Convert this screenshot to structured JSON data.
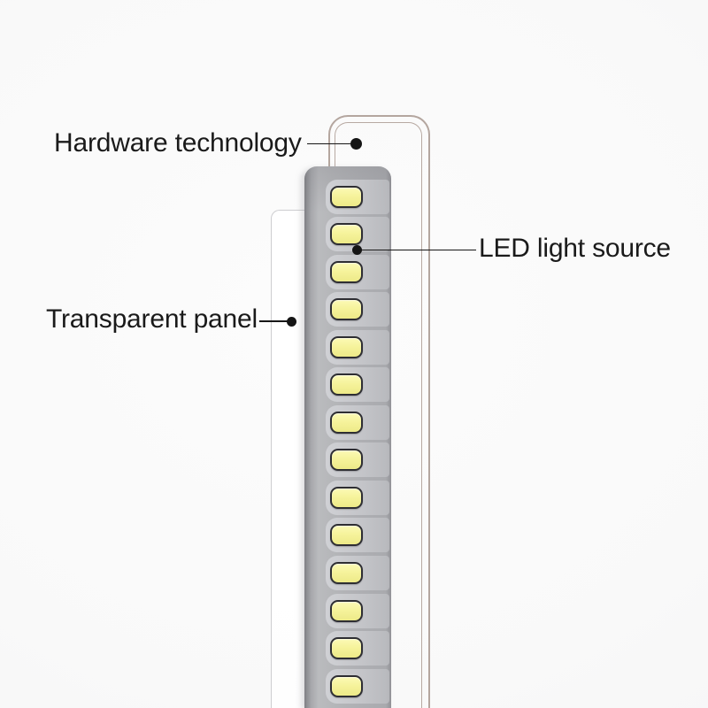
{
  "diagram": {
    "type": "product-annotation-diagram",
    "subject": "LED light fixture cross-section",
    "background_color": "#f9f9f9"
  },
  "annotations": {
    "hardware": {
      "label": "Hardware technology",
      "target": "fixture-frame",
      "side": "left"
    },
    "led": {
      "label": "LED light source",
      "target": "led-strip",
      "side": "right"
    },
    "panel": {
      "label": "Transparent panel",
      "target": "transparent-panel",
      "side": "left"
    }
  },
  "led_strip": {
    "led_count": 14,
    "led_color": "#f5f29b",
    "led_outline_color": "#2e2e33",
    "body_color": "#b0b1b4",
    "reflector_color": "#c8c9cd"
  },
  "frame": {
    "outline_color": "#b4a69f",
    "outline_style": "double rounded rectangle"
  },
  "panel": {
    "edge_color": "#cdcdd0",
    "fill_color": "#ffffff"
  },
  "callout": {
    "line_color": "#171717",
    "dot_color": "#151515",
    "text_color": "#1a1a1a"
  }
}
